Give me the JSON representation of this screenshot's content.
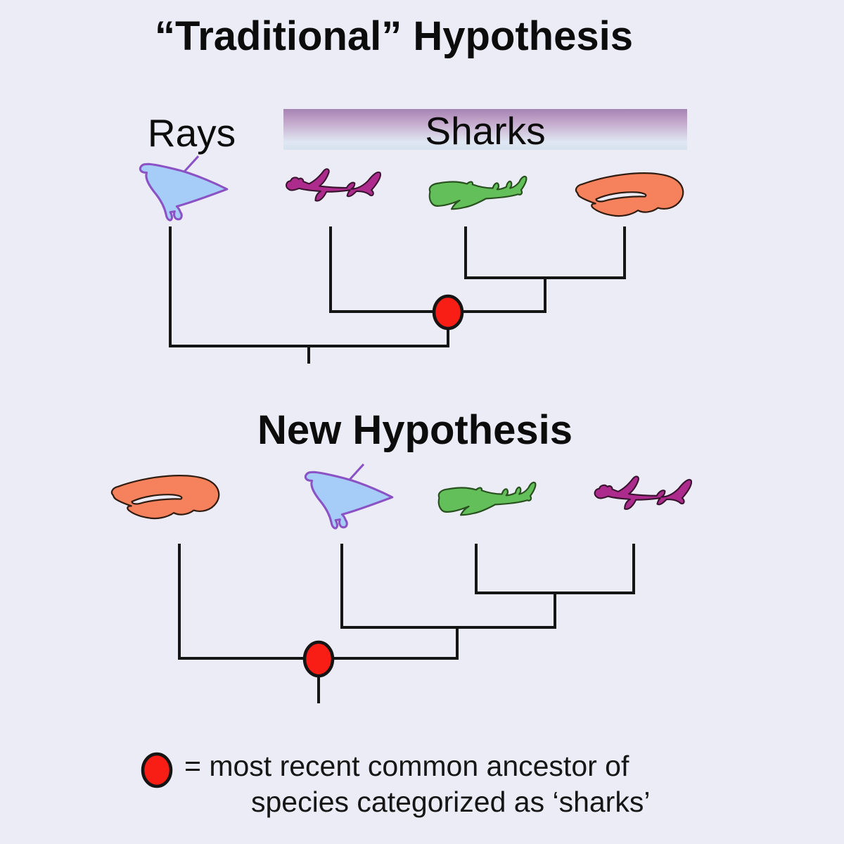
{
  "colors": {
    "background": "#ececf6",
    "tree_line": "#151515",
    "node_red": "#f81d15",
    "node_outline": "#151515",
    "ray_fill": "#a6cdf8",
    "ray_stroke": "#8a52c4",
    "hammerhead_fill": "#ad2b8c",
    "hammerhead_stroke": "#38142f",
    "green_shark_fill": "#62bf59",
    "green_shark_stroke": "#28511f",
    "orange_shark_fill": "#f5825c",
    "orange_shark_stroke": "#301c10",
    "sharks_bar_gradient_top": "#a584b3",
    "sharks_bar_gradient_bottom": "#d6e2ee"
  },
  "traditional": {
    "title": "“Traditional” Hypothesis",
    "rays_label": "Rays",
    "sharks_label": "Sharks",
    "tip_order": [
      "Ray",
      "Hammerhead shark",
      "Green shark",
      "Orange shark"
    ],
    "topology": "(Ray,(Hammerhead shark,(Green shark,Orange shark)MRCA●))Root",
    "mrca_note": "red node = common ancestor of sharks only (rays excluded)"
  },
  "new": {
    "title": "New Hypothesis",
    "tip_order": [
      "Orange shark",
      "Ray",
      "Green shark",
      "Hammerhead shark"
    ],
    "topology": "(Orange shark,(Ray,(Green shark,Hammerhead shark)))MRCA●Root",
    "mrca_note": "red node = root; common ancestor of 'sharks' includes rays"
  },
  "legend": {
    "symbol": "red-circle",
    "line1": "= most recent common ancestor of",
    "line2": "species categorized as ‘sharks’"
  }
}
